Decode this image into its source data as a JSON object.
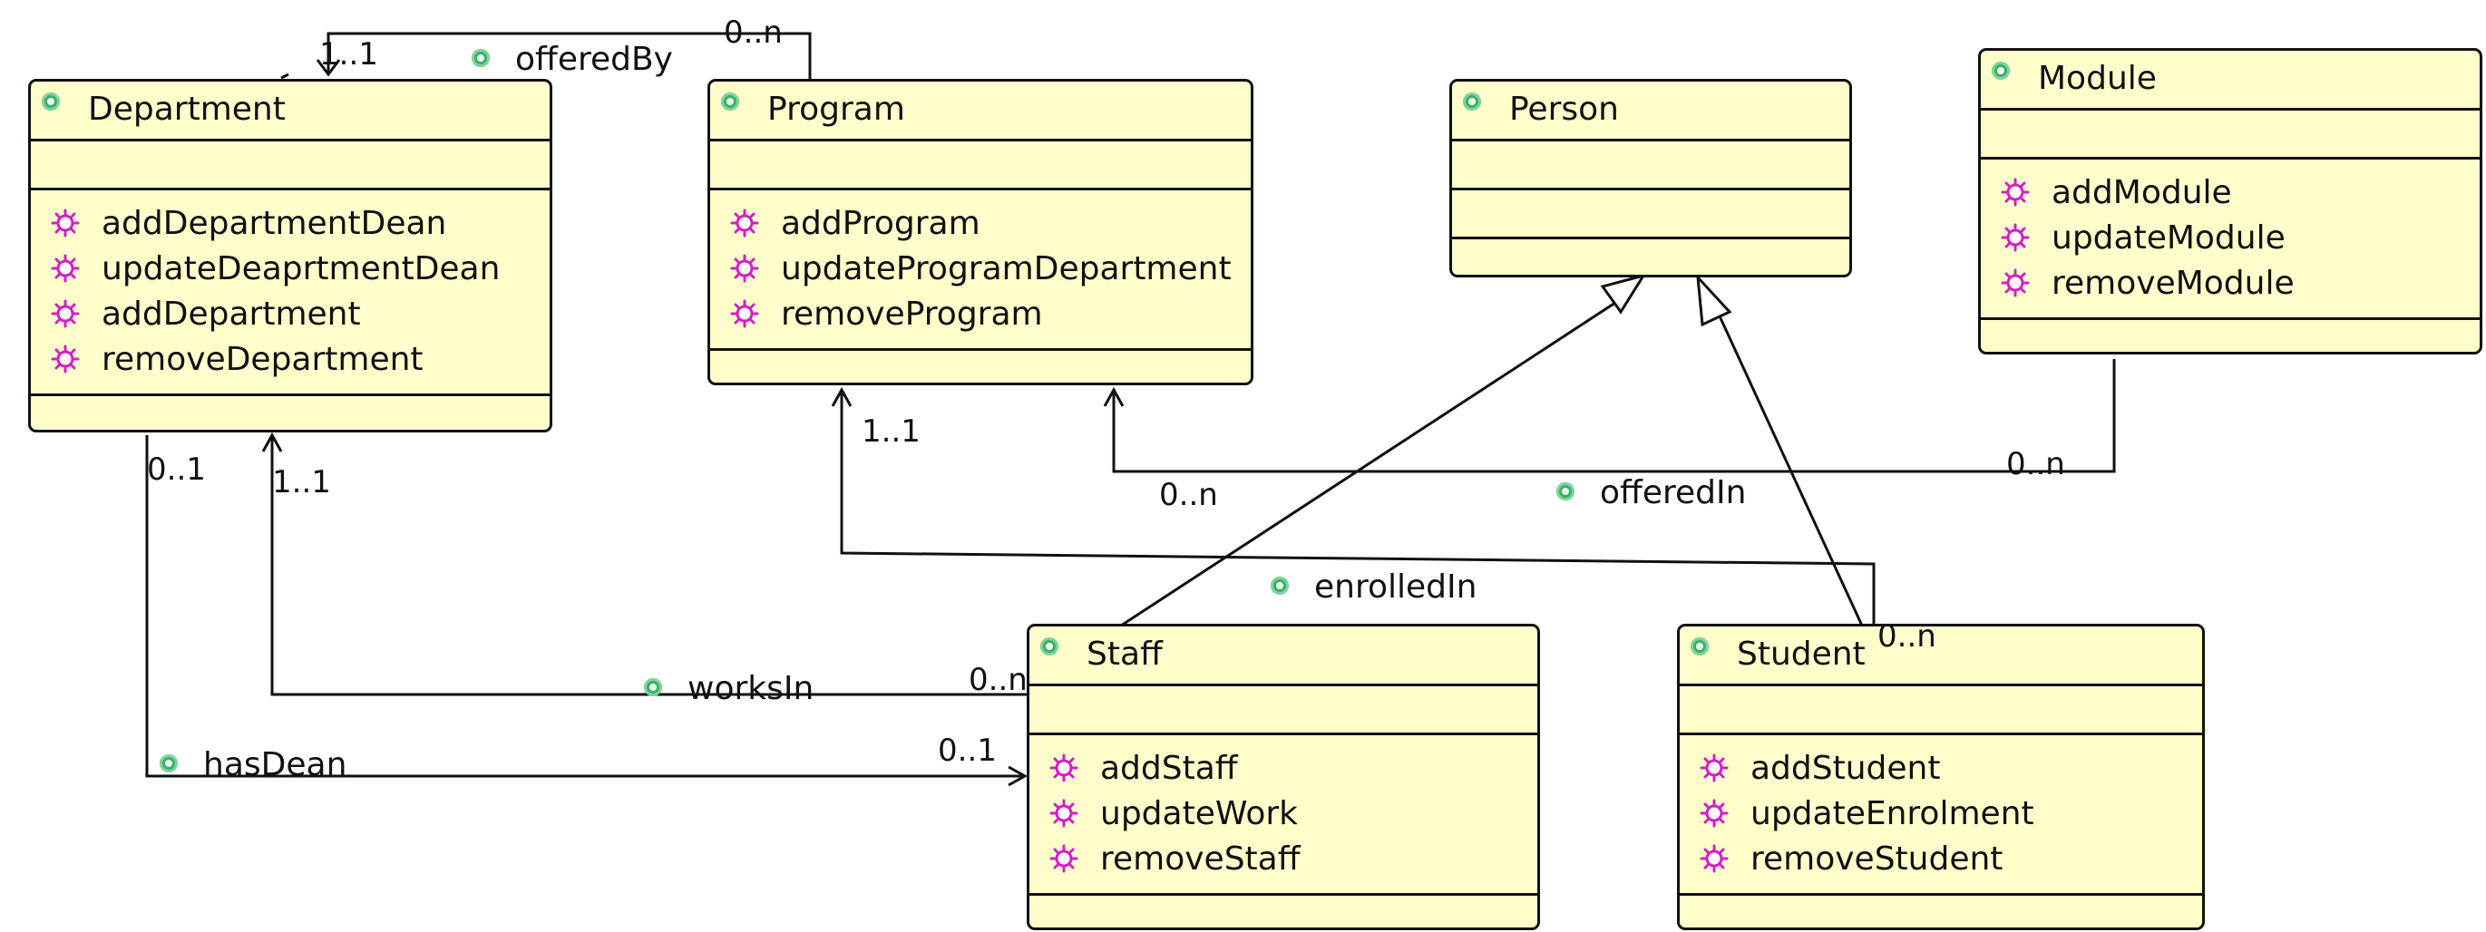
{
  "classes": {
    "department": {
      "name": "Department",
      "operations": [
        "addDepartmentDean",
        "updateDeaprtmentDean",
        "addDepartment",
        "removeDepartment"
      ]
    },
    "program": {
      "name": "Program",
      "operations": [
        "addProgram",
        "updateProgramDepartment",
        "removeProgram"
      ]
    },
    "person": {
      "name": "Person",
      "operations": []
    },
    "module": {
      "name": "Module",
      "operations": [
        "addModule",
        "updateModule",
        "removeModule"
      ]
    },
    "staff": {
      "name": "Staff",
      "operations": [
        "addStaff",
        "updateWork",
        "removeStaff"
      ]
    },
    "student": {
      "name": "Student",
      "operations": [
        "addStudent",
        "updateEnrolment",
        "removeStudent"
      ]
    }
  },
  "associations": {
    "offeredBy": {
      "name": "offeredBy",
      "source_mult": "0..n",
      "target_mult": "1..1"
    },
    "offeredIn": {
      "name": "offeredIn",
      "source_mult": "0..n",
      "target_mult": "0..n"
    },
    "enrolledIn": {
      "name": "enrolledIn",
      "source_mult": "0..n",
      "target_mult": "1..1"
    },
    "worksIn": {
      "name": "worksIn",
      "source_mult": "0..n",
      "target_mult": "1..1"
    },
    "hasDean": {
      "name": "hasDean",
      "source_mult": "0..1",
      "target_mult": "0..1"
    }
  },
  "generalizations": [
    {
      "child": "Staff",
      "parent": "Person"
    },
    {
      "child": "Student",
      "parent": "Person"
    }
  ],
  "colors": {
    "class_fill": "#ffffcc",
    "outline": "#111111",
    "class_icon": "#3fae69",
    "operation_icon": "#d21fc8"
  }
}
